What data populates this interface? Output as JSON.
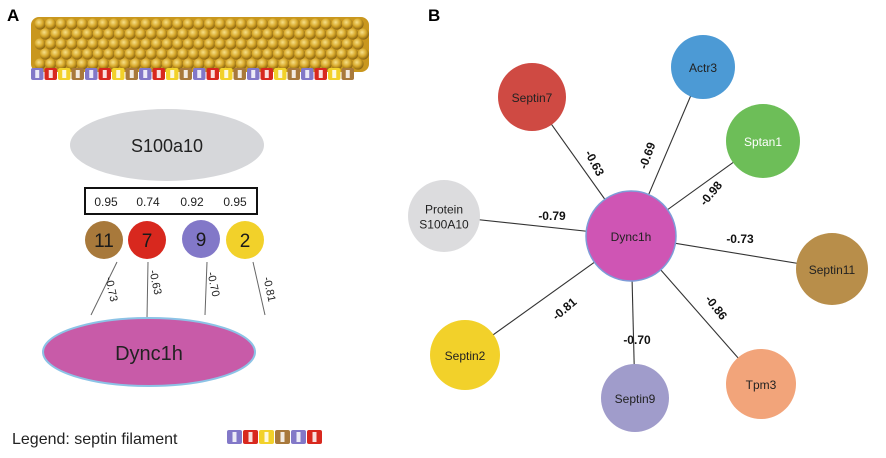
{
  "panel_a": {
    "label": "A",
    "top_node": "S100a10",
    "scores": [
      "0.95",
      "0.74",
      "0.92",
      "0.95"
    ],
    "septins": [
      {
        "label": "11",
        "color": "#A8793B",
        "text_color": "#1a1a1a",
        "corr": "-0.73"
      },
      {
        "label": "7",
        "color": "#D8281E",
        "text_color": "#1a1a1a",
        "corr": "-0.63"
      },
      {
        "label": "9",
        "color": "#8278C8",
        "text_color": "#1a1a1a",
        "corr": "-0.70"
      },
      {
        "label": "2",
        "color": "#F2D12A",
        "text_color": "#1a1a1a",
        "corr": "-0.81"
      }
    ],
    "bottom_node": "Dync1h",
    "legend_label": "Legend:  septin filament"
  },
  "panel_b": {
    "label": "B",
    "center": {
      "label": "Dync1h",
      "color": "#CF55B4"
    },
    "nodes": [
      {
        "lines": [
          "Septin7"
        ],
        "color": "#CF4A43",
        "text_color": "#222222",
        "corr": "-0.63"
      },
      {
        "lines": [
          "Actr3"
        ],
        "color": "#4C9AD5",
        "text_color": "#222222",
        "corr": "-0.69"
      },
      {
        "lines": [
          "Sptan1"
        ],
        "color": "#6DBE58",
        "text_color": "#ffffff",
        "corr": "-0.98"
      },
      {
        "lines": [
          "Protein",
          "S100A10"
        ],
        "color": "#DCDCDE",
        "text_color": "#222222",
        "corr": "-0.79"
      },
      {
        "lines": [
          "Septin11"
        ],
        "color": "#B88E4A",
        "text_color": "#222222",
        "corr": "-0.73"
      },
      {
        "lines": [
          "Septin2"
        ],
        "color": "#F2D12A",
        "text_color": "#222222",
        "corr": "-0.81"
      },
      {
        "lines": [
          "Septin9"
        ],
        "color": "#A09CCB",
        "text_color": "#222222",
        "corr": "-0.70"
      },
      {
        "lines": [
          "Tpm3"
        ],
        "color": "#F2A47A",
        "text_color": "#222222",
        "corr": "-0.86"
      }
    ]
  }
}
